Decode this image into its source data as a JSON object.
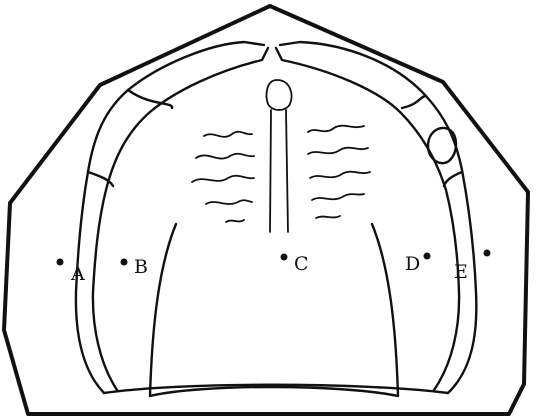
{
  "points": [
    {
      "id": "A",
      "label": "A"
    },
    {
      "id": "B",
      "label": "B"
    },
    {
      "id": "C",
      "label": "C"
    },
    {
      "id": "D",
      "label": "D"
    },
    {
      "id": "E",
      "label": "E"
    }
  ],
  "colors": {
    "line": "#111111",
    "background": "#ffffff"
  }
}
